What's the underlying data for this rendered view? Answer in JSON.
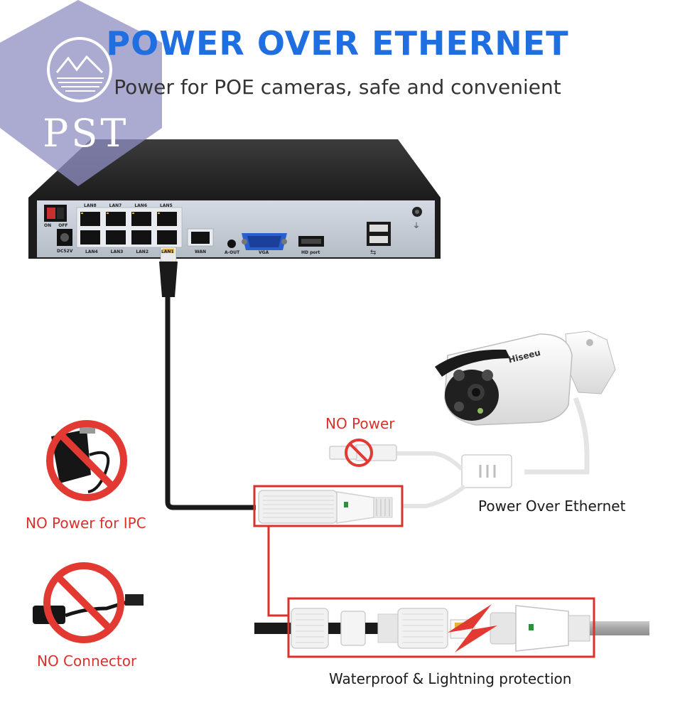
{
  "header": {
    "title": "POWER OVER ETHERNET",
    "subtitle": "Power for POE cameras, safe and convenient"
  },
  "watermark": {
    "text": "PST"
  },
  "nvr": {
    "switch_on": "ON",
    "switch_off": "OFF",
    "dc_label": "DC52V",
    "lan_top": [
      "LAN8",
      "LAN7",
      "LAN6",
      "LAN5"
    ],
    "lan_bottom": [
      "LAN4",
      "LAN3",
      "LAN2",
      "LAN1"
    ],
    "wan_label": "WAN",
    "aout_label": "A-OUT",
    "vga_label": "VGA",
    "hdmi_label": "HD port"
  },
  "camera": {
    "brand": "Hiseeu"
  },
  "labels": {
    "no_power": "NO Power",
    "poe": "Power Over Ethernet",
    "no_power_ipc": "NO Power for IPC",
    "no_connector": "NO Connector",
    "waterproof": "Waterproof & Lightning protection"
  },
  "colors": {
    "title_blue": "#1f6fe0",
    "prohibition_red": "#e23a32",
    "highlight_red": "#d8322b",
    "watermark_tint": "#8f8fc4"
  }
}
